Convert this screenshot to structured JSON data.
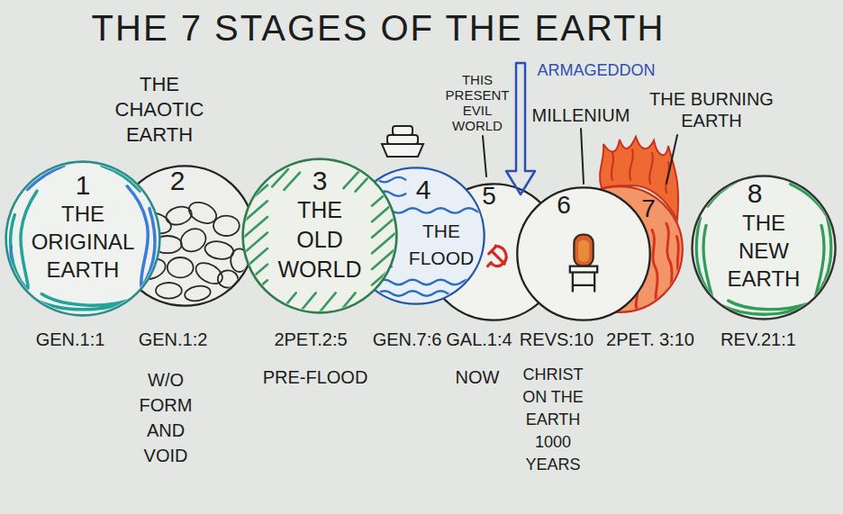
{
  "diagram": {
    "title": "THE 7 STAGES OF THE EARTH",
    "nodes": [
      {
        "text": [
          "1",
          "THE ORIGINAL EARTH"
        ]
      },
      {
        "text": [
          "THE CHAOTIC EARTH",
          "2"
        ]
      },
      {
        "text": [
          "3",
          "THE OLD WORLD"
        ]
      },
      {
        "text": [
          "4",
          "THE FLOOD"
        ]
      },
      {
        "text": [
          "THIS PRESENT EVIL WORLD",
          "5"
        ]
      },
      {
        "text": [
          "MILLENIUM",
          "6"
        ]
      },
      {
        "text": [
          "THE BURNING EARTH",
          "7"
        ]
      },
      {
        "text": [
          "8",
          "THE NEW EARTH"
        ]
      }
    ],
    "labels": [
      "ARMAGEDDON",
      "GEN.1:1",
      "GEN.1:2",
      "W/O FORM AND VOID",
      "2PET.2:5",
      "PRE-FLOOD",
      "GEN.7:6",
      "GAL.1:4",
      "NOW",
      "REVS:10",
      "CHRIST ON THE EARTH 1000 YEARS",
      "2PET. 3:10",
      "REV.21:1"
    ]
  }
}
